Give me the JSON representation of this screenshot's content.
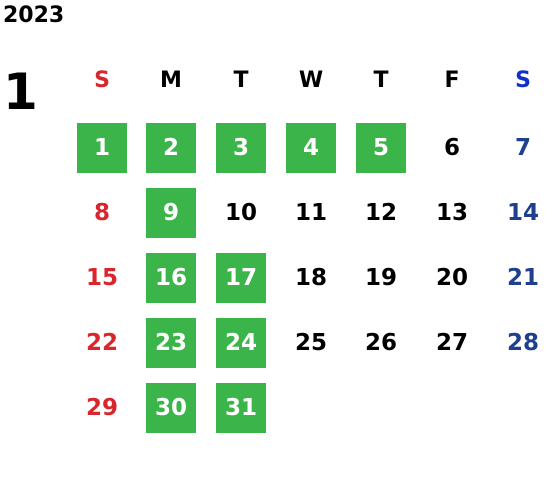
{
  "year": "2023",
  "month": "1",
  "colors": {
    "weekday_text": "#000000",
    "sunday_text": "#d9262c",
    "saturday_header": "#1030c8",
    "saturday_text": "#1f3f8f",
    "highlight_bg": "#3bb54a",
    "highlight_text": "#ffffff"
  },
  "weekdays": [
    {
      "label": "S",
      "kind": "sunday"
    },
    {
      "label": "M",
      "kind": "weekday"
    },
    {
      "label": "T",
      "kind": "weekday"
    },
    {
      "label": "W",
      "kind": "weekday"
    },
    {
      "label": "T",
      "kind": "weekday"
    },
    {
      "label": "F",
      "kind": "weekday"
    },
    {
      "label": "S",
      "kind": "saturday"
    }
  ],
  "weeks": [
    [
      {
        "day": "1",
        "highlight": true
      },
      {
        "day": "2",
        "highlight": true
      },
      {
        "day": "3",
        "highlight": true
      },
      {
        "day": "4",
        "highlight": true
      },
      {
        "day": "5",
        "highlight": true
      },
      {
        "day": "6",
        "highlight": false
      },
      {
        "day": "7",
        "highlight": false
      }
    ],
    [
      {
        "day": "8",
        "highlight": false
      },
      {
        "day": "9",
        "highlight": true
      },
      {
        "day": "10",
        "highlight": false
      },
      {
        "day": "11",
        "highlight": false
      },
      {
        "day": "12",
        "highlight": false
      },
      {
        "day": "13",
        "highlight": false
      },
      {
        "day": "14",
        "highlight": false
      }
    ],
    [
      {
        "day": "15",
        "highlight": false
      },
      {
        "day": "16",
        "highlight": true
      },
      {
        "day": "17",
        "highlight": true
      },
      {
        "day": "18",
        "highlight": false
      },
      {
        "day": "19",
        "highlight": false
      },
      {
        "day": "20",
        "highlight": false
      },
      {
        "day": "21",
        "highlight": false
      }
    ],
    [
      {
        "day": "22",
        "highlight": false
      },
      {
        "day": "23",
        "highlight": true
      },
      {
        "day": "24",
        "highlight": true
      },
      {
        "day": "25",
        "highlight": false
      },
      {
        "day": "26",
        "highlight": false
      },
      {
        "day": "27",
        "highlight": false
      },
      {
        "day": "28",
        "highlight": false
      }
    ],
    [
      {
        "day": "29",
        "highlight": false
      },
      {
        "day": "30",
        "highlight": true
      },
      {
        "day": "31",
        "highlight": true
      }
    ]
  ]
}
